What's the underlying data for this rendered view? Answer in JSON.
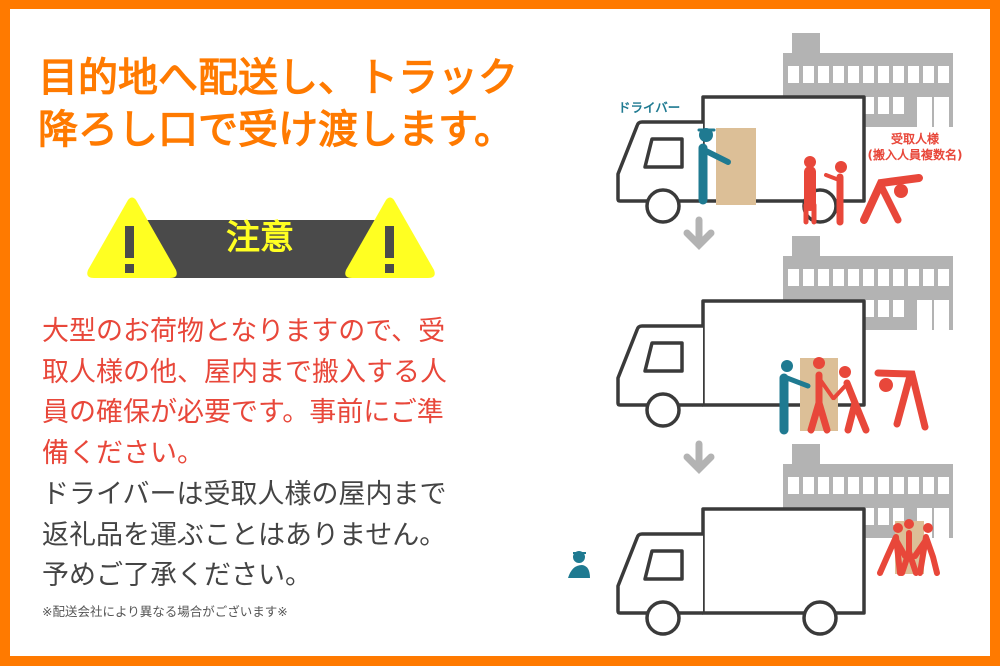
{
  "headline": {
    "lines": [
      "目的地へ配送し、トラック",
      "降ろし口で受け渡します。"
    ]
  },
  "caution_banner": {
    "label": "注意",
    "icon": "warning-triangle-icon"
  },
  "notice": {
    "red_lines": [
      "大型のお荷物となりますので、受",
      "取人様の他、屋内まで搬入する人",
      "員の確保が必要です。事前にご準",
      "備ください。"
    ],
    "gray_lines": [
      "ドライバーは受取人様の屋内まで",
      "返礼品を運ぶことはありません。",
      "予めご了承ください。"
    ],
    "footnote": "※配送会社により異なる場合がございます※"
  },
  "illustration": {
    "step1": {
      "driver_label": "ドライバー",
      "recipient_label_line1": "受取人様",
      "recipient_label_line2": "(搬入人員複数名)"
    }
  },
  "colors": {
    "frame_orange": "#ff7a00",
    "headline_orange": "#ff7a00",
    "caution_yellow": "#ffff22",
    "caution_dark": "#4a4a4a",
    "notice_red": "#e8473a",
    "text_gray": "#444444",
    "driver_teal": "#1f7a91",
    "box_tan": "#dcbf97",
    "building_gray": "#b3b3b3",
    "truck_outline": "#3a3a3a"
  }
}
